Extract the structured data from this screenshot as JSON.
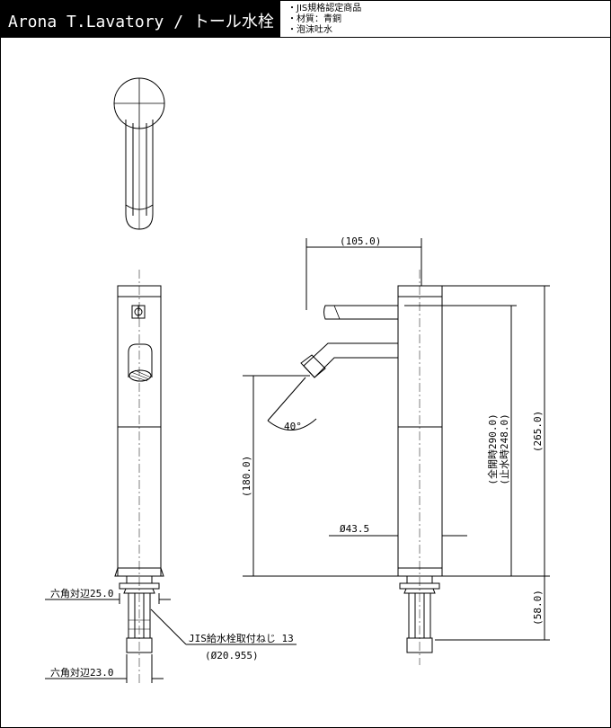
{
  "header": {
    "title": "Arona T.Lavatory / トール水栓",
    "notes": [
      "・JIS規格認定商品",
      "・材質：青銅",
      "・泡沫吐水"
    ]
  },
  "dimensions": {
    "spout_reach": "(105.0)",
    "total_height_note": "(全開時290.0)",
    "closed_height_note": "(止水時248.0)",
    "body_height": "(265.0)",
    "spout_height": "(180.0)",
    "angle": "40°",
    "body_diameter": "Ø43.5",
    "mount_length": "(58.0)",
    "hex_flat_top": "六角対辺25.0",
    "hex_flat_bottom": "六角対辺23.0",
    "thread_note": "JIS給水栓取付ねじ 13",
    "thread_diameter": "(Ø20.955)"
  },
  "colors": {
    "line": "#000000",
    "background": "#ffffff"
  }
}
